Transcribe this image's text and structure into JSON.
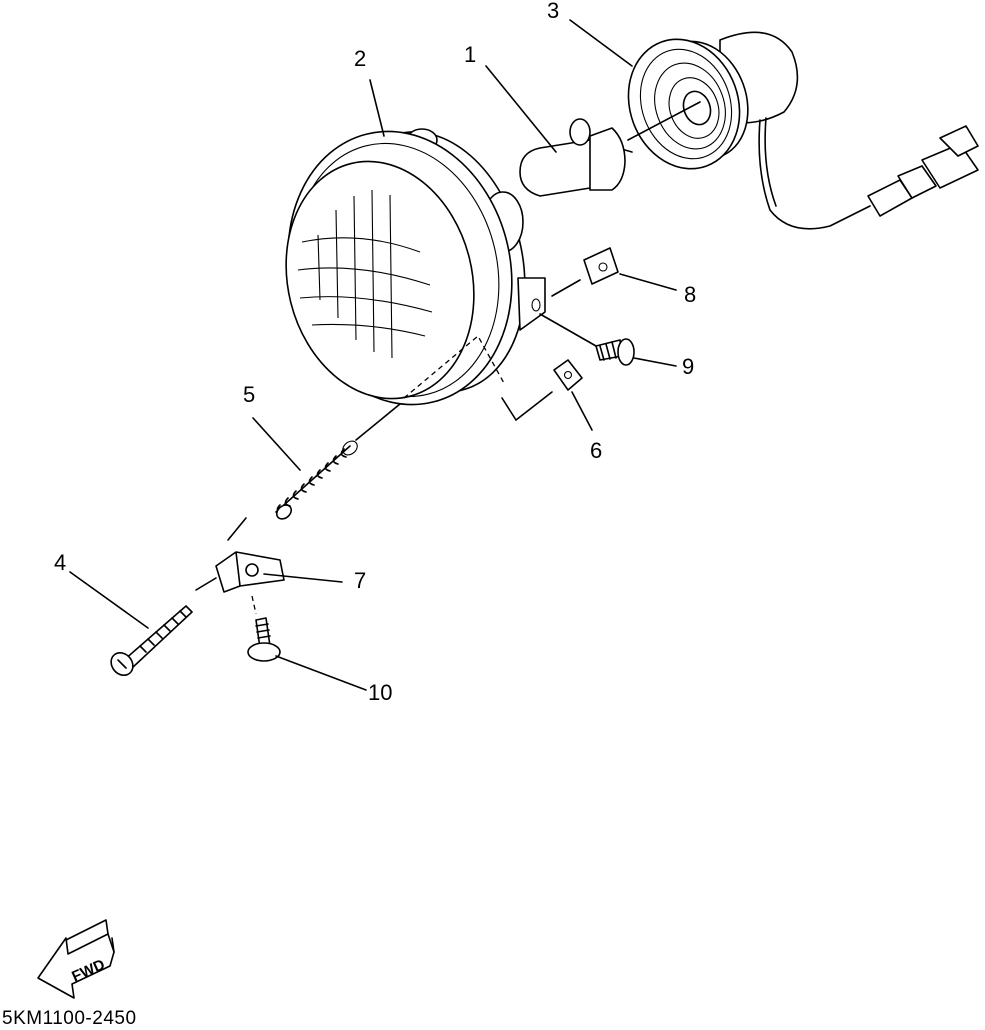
{
  "callouts": {
    "n1": "1",
    "n2": "2",
    "n3": "3",
    "n4": "4",
    "n5": "5",
    "n6": "6",
    "n7": "7",
    "n8": "8",
    "n9": "9",
    "n10": "10"
  },
  "fwd_label": "FWD",
  "diagram_code": "5KM1100-2450"
}
